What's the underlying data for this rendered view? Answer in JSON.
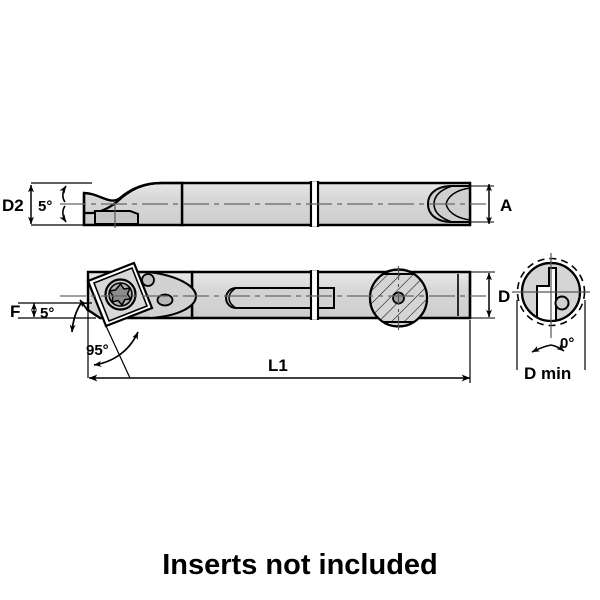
{
  "drawing": {
    "title": "Indexable boring bar technical drawing",
    "views": {
      "top": {
        "name": "top-side-view",
        "description": "Side view of boring bar showing relief taper and shank with break line"
      },
      "bottom": {
        "name": "bottom-side-view",
        "description": "Opposite side view showing insert pocket, clamp screw, coolant channel and flat"
      },
      "end": {
        "name": "end-view",
        "description": "End view showing minimum bore circle and insert orientation"
      }
    },
    "labels": {
      "d2": "D2",
      "angle_top": "5°",
      "a": "A",
      "f": "F",
      "angle_bottom": "5°",
      "lead_angle": "95°",
      "l1": "L1",
      "d": "D",
      "angle_end": "0°",
      "d_min": "D min"
    },
    "caption": "Inserts not included",
    "colors": {
      "background": "#ffffff",
      "line": "#000000",
      "body_fill": "#d5d5d5",
      "body_fill_light": "#e2e2e2",
      "insert_fill": "#b5b5b5",
      "screw_fill": "#8f8f8f",
      "centerline": "#6e6e6e",
      "text": "#000000"
    }
  }
}
